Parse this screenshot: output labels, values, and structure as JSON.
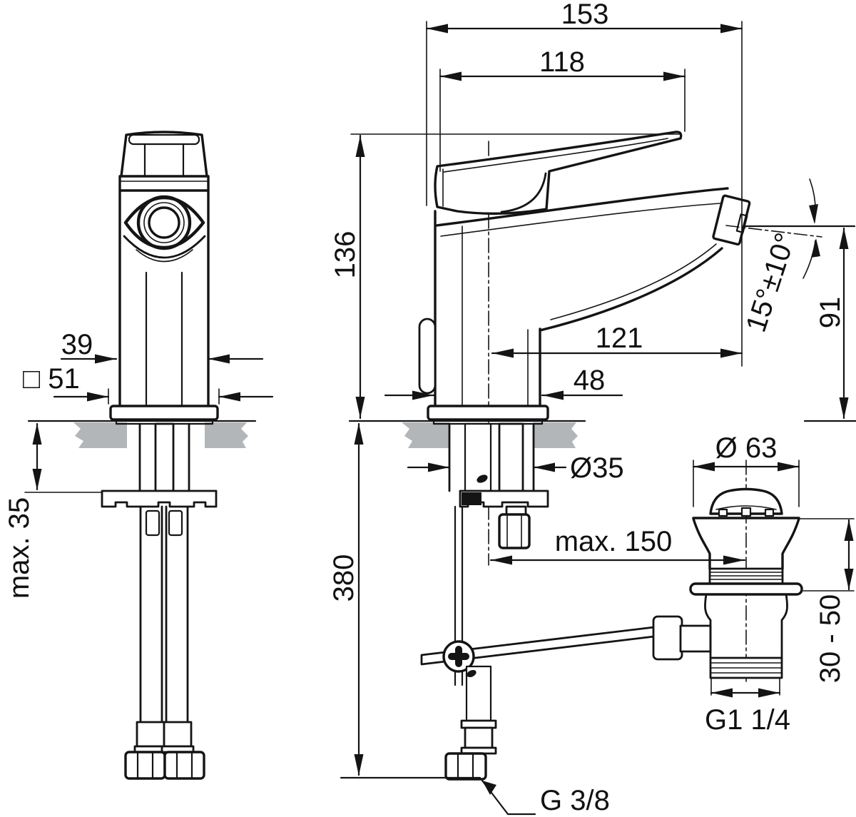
{
  "drawing": {
    "labels": {
      "width_153": "153",
      "handle_118": "118",
      "height_136": "136",
      "spout_reach_121": "121",
      "body_depth_48": "48",
      "front_width_39": "39",
      "square_51": "□ 51",
      "deck_max_35": "max. 35",
      "hose_length_380": "380",
      "hole_dia_35": "Ø35",
      "drain_distance_max_150": "max. 150",
      "spout_angle": "15°±10°",
      "outlet_height_91": "91",
      "drain_cap_dia_63": "Ø 63",
      "clamp_range_30_50": "30 - 50",
      "drain_thread": "G1 1/4",
      "supply_thread": "G 3/8"
    },
    "colors": {
      "line": "#141414",
      "deck_gray": "#b3b6b8",
      "background": "#ffffff"
    }
  }
}
